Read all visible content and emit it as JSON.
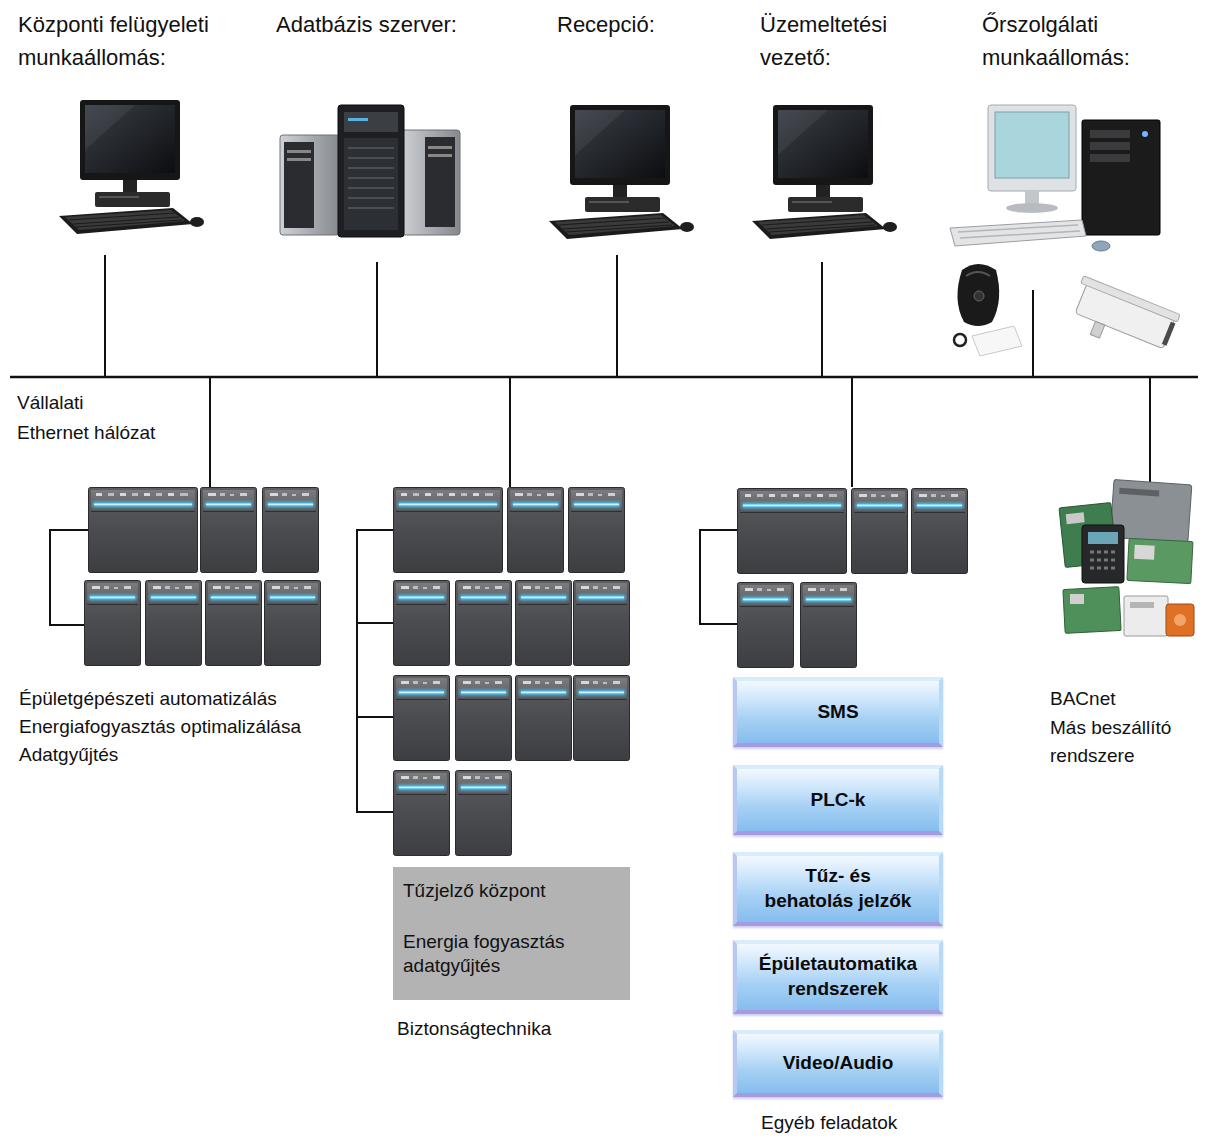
{
  "diagram": {
    "nodes": [
      {
        "text": [
          "Tűzjelző központ",
          "Energia fogyasztás adatgyűjtés"
        ]
      },
      {
        "text": [
          "SMS"
        ]
      },
      {
        "text": [
          "PLC-k"
        ]
      },
      {
        "text": [
          "Tűz- és behatolás jelzők"
        ]
      },
      {
        "text": [
          "Épületautomatika rendszerek"
        ]
      },
      {
        "text": [
          "Video/Audio"
        ]
      }
    ],
    "labels": [
      "Központi felügyeleti munkaállomás:",
      "Adatbázis szerver:",
      "Recepció:",
      "Üzemeltetési vezető:",
      "Őrszolgálati munkaállomás:",
      "Vállalati",
      "Ethernet hálózat",
      "Épületgépészeti automatizálás",
      "Energiafogyasztás optimalizálása",
      "Adatgyűjtés",
      "BACnet",
      "Más beszállító rendszere",
      "Biztonságtechnika",
      "Egyéb feladatok"
    ]
  }
}
